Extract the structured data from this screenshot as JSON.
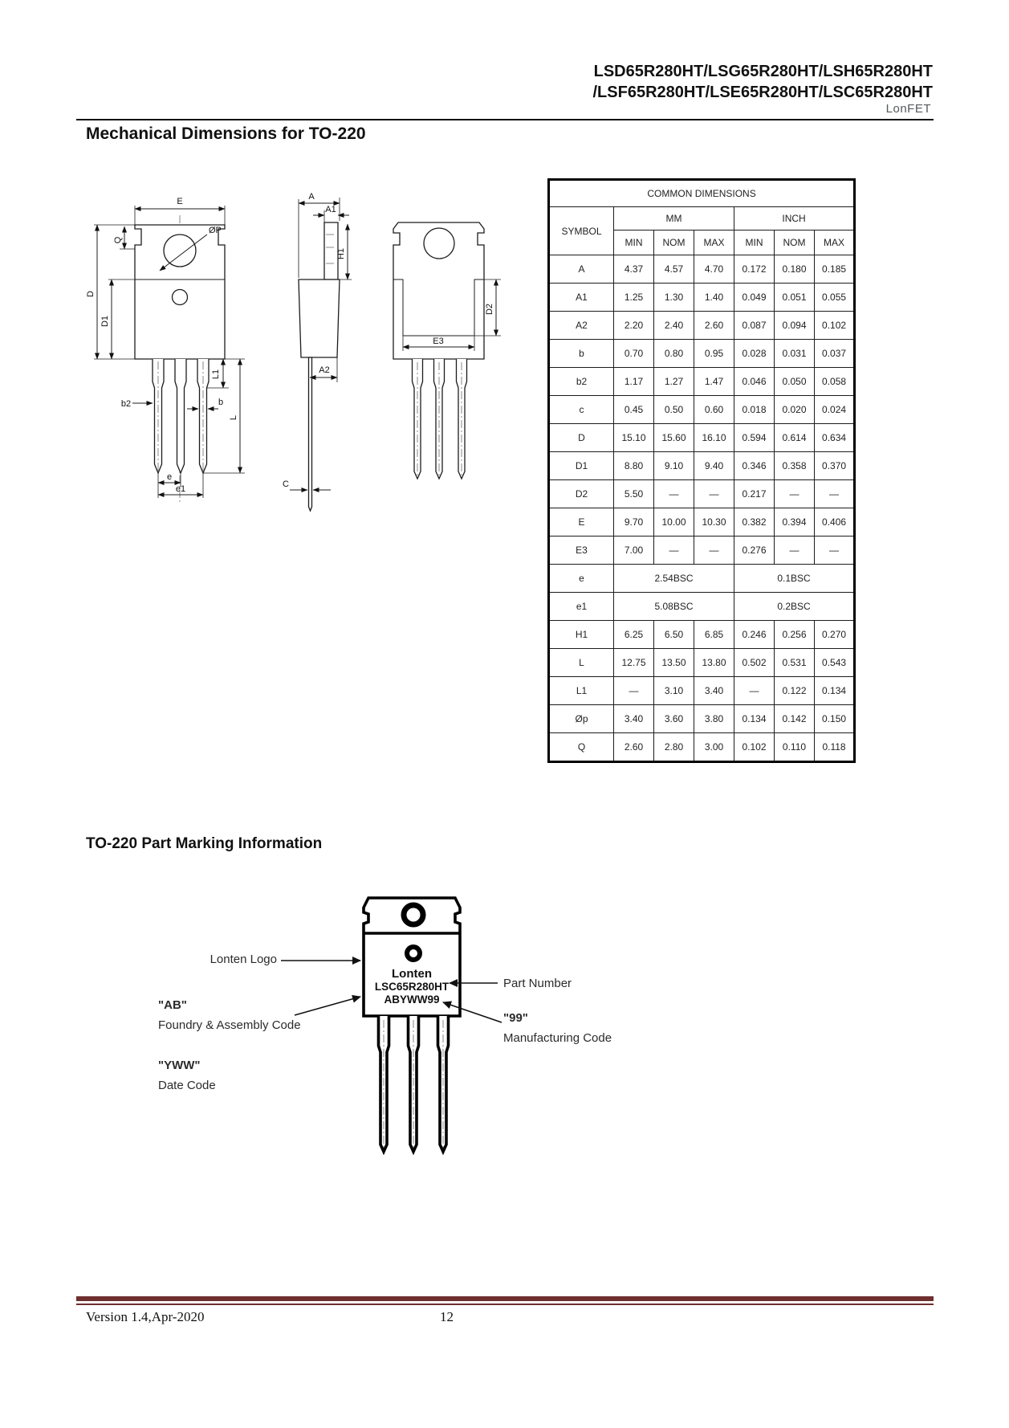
{
  "header": {
    "title_line1": "LSD65R280HT/LSG65R280HT/LSH65R280HT",
    "title_line2": "/LSF65R280HT/LSE65R280HT/LSC65R280HT",
    "brand": "LonFET"
  },
  "section1": {
    "title": "Mechanical Dimensions for TO-220"
  },
  "section2": {
    "title": "TO-220 Part Marking Information"
  },
  "dimension_table": {
    "title": "COMMON DIMENSIONS",
    "symbol_header": "SYMBOL",
    "mm_header": "MM",
    "inch_header": "INCH",
    "sub_headers": [
      "MIN",
      "NOM",
      "MAX"
    ],
    "rows": [
      {
        "symbol": "A",
        "mm": [
          "4.37",
          "4.57",
          "4.70"
        ],
        "inch": [
          "0.172",
          "0.180",
          "0.185"
        ]
      },
      {
        "symbol": "A1",
        "mm": [
          "1.25",
          "1.30",
          "1.40"
        ],
        "inch": [
          "0.049",
          "0.051",
          "0.055"
        ]
      },
      {
        "symbol": "A2",
        "mm": [
          "2.20",
          "2.40",
          "2.60"
        ],
        "inch": [
          "0.087",
          "0.094",
          "0.102"
        ]
      },
      {
        "symbol": "b",
        "mm": [
          "0.70",
          "0.80",
          "0.95"
        ],
        "inch": [
          "0.028",
          "0.031",
          "0.037"
        ]
      },
      {
        "symbol": "b2",
        "mm": [
          "1.17",
          "1.27",
          "1.47"
        ],
        "inch": [
          "0.046",
          "0.050",
          "0.058"
        ]
      },
      {
        "symbol": "c",
        "mm": [
          "0.45",
          "0.50",
          "0.60"
        ],
        "inch": [
          "0.018",
          "0.020",
          "0.024"
        ]
      },
      {
        "symbol": "D",
        "mm": [
          "15.10",
          "15.60",
          "16.10"
        ],
        "inch": [
          "0.594",
          "0.614",
          "0.634"
        ]
      },
      {
        "symbol": "D1",
        "mm": [
          "8.80",
          "9.10",
          "9.40"
        ],
        "inch": [
          "0.346",
          "0.358",
          "0.370"
        ]
      },
      {
        "symbol": "D2",
        "mm": [
          "5.50",
          "—",
          "—"
        ],
        "inch": [
          "0.217",
          "—",
          "—"
        ]
      },
      {
        "symbol": "E",
        "mm": [
          "9.70",
          "10.00",
          "10.30"
        ],
        "inch": [
          "0.382",
          "0.394",
          "0.406"
        ]
      },
      {
        "symbol": "E3",
        "mm": [
          "7.00",
          "—",
          "—"
        ],
        "inch": [
          "0.276",
          "—",
          "—"
        ]
      },
      {
        "symbol": "e",
        "mm_span": "2.54BSC",
        "inch_span": "0.1BSC"
      },
      {
        "symbol": "e1",
        "mm_span": "5.08BSC",
        "inch_span": "0.2BSC"
      },
      {
        "symbol": "H1",
        "mm": [
          "6.25",
          "6.50",
          "6.85"
        ],
        "inch": [
          "0.246",
          "0.256",
          "0.270"
        ]
      },
      {
        "symbol": "L",
        "mm": [
          "12.75",
          "13.50",
          "13.80"
        ],
        "inch": [
          "0.502",
          "0.531",
          "0.543"
        ]
      },
      {
        "symbol": "L1",
        "mm": [
          "—",
          "3.10",
          "3.40"
        ],
        "inch": [
          "—",
          "0.122",
          "0.134"
        ]
      },
      {
        "symbol": "Øp",
        "mm": [
          "3.40",
          "3.60",
          "3.80"
        ],
        "inch": [
          "0.134",
          "0.142",
          "0.150"
        ]
      },
      {
        "symbol": "Q",
        "mm": [
          "2.60",
          "2.80",
          "3.00"
        ],
        "inch": [
          "0.102",
          "0.110",
          "0.118"
        ]
      }
    ]
  },
  "diagrams": {
    "front": {
      "labels": {
        "E": "E",
        "Q": "Q",
        "P": "ØP",
        "D": "D",
        "D1": "D1",
        "b2": "b2",
        "b": "b",
        "L1": "L1",
        "L": "L",
        "e": "e",
        "e1": "e1"
      }
    },
    "side": {
      "labels": {
        "A": "A",
        "A1": "A1",
        "H1": "H1",
        "A2": "A2",
        "C": "C"
      }
    },
    "back": {
      "labels": {
        "D2": "D2",
        "E3": "E3"
      }
    }
  },
  "marking": {
    "package_text": {
      "logo": "Lonten",
      "part_number": "LSC65R280HT",
      "code": "ABYWW99"
    },
    "callouts": {
      "logo_label": "Lonten Logo",
      "ab_code": "\"AB\"",
      "ab_desc": "Foundry & Assembly Code",
      "yww_code": "\"YWW\"",
      "yww_desc": "Date Code",
      "part_number_label": "Part Number",
      "mfg_code": "\"99\"",
      "mfg_desc": "Manufacturing Code"
    }
  },
  "footer": {
    "version": "Version 1.4,Apr-2020",
    "page_number": "12"
  },
  "colors": {
    "footer_rule": "#6e2f2f",
    "ink": "#000000"
  }
}
